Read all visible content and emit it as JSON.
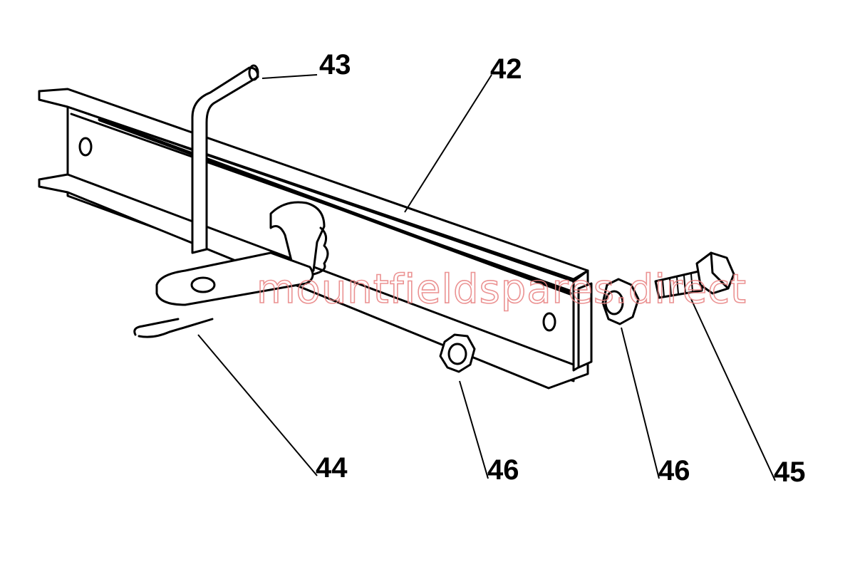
{
  "callouts": {
    "rail": "42",
    "pin": "43",
    "clip": "44",
    "bolt": "45",
    "nut_left": "46",
    "nut_right": "46"
  },
  "watermark": "mountfieldspares.direct"
}
